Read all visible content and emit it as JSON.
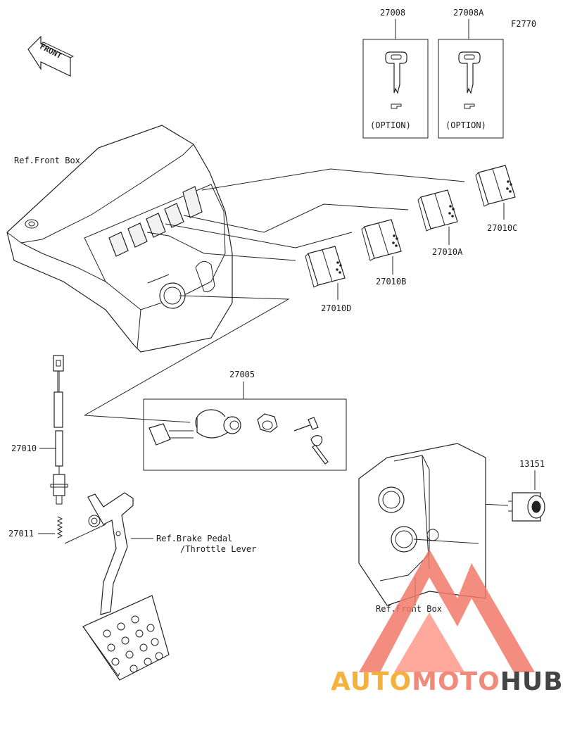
{
  "figure_code": "F2770",
  "labels": {
    "key_27008": "27008",
    "key_27008A": "27008A",
    "option_1": "(OPTION)",
    "option_2": "(OPTION)",
    "ref_front_box_top": "Ref.Front Box",
    "switch_27010C": "27010C",
    "switch_27010A": "27010A",
    "switch_27010B": "27010B",
    "switch_27010D": "27010D",
    "ignition_27005": "27005",
    "sensor_27010": "27010",
    "spring_27011": "27011",
    "ref_brake_pedal": "Ref.Brake Pedal",
    "ref_throttle_lever": "/Throttle Lever",
    "socket_13151": "13151",
    "ref_front_box_bottom": "Ref.Front Box",
    "front_arrow": "FRONT"
  },
  "watermark": {
    "part1": "AUTO",
    "part2": "MOTO",
    "part3": "HUB",
    "colors": {
      "auto": "#f4b23c",
      "moto": "#f08a7a",
      "hub": "#444444",
      "logo": "#f07a6a"
    }
  }
}
